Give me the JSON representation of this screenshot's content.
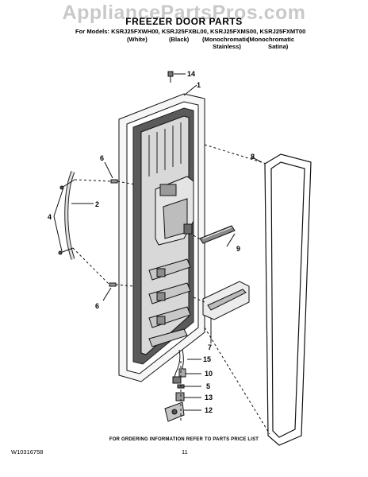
{
  "watermark": "AppliancePartsPros.com",
  "title": "FREEZER DOOR PARTS",
  "models_line": "For Models: KSRJ25FXWH00, KSRJ25FXBL00, KSRJ25FXMS00, KSRJ25FXMT00",
  "variants": {
    "white": "(White)",
    "black": "(Black)",
    "stainless_l1": "(Monochromatic",
    "stainless_l2": "Stainless)",
    "satina_l1": "(Monochromatic",
    "satina_l2": "Satina)"
  },
  "callouts": {
    "c14": "14",
    "c1": "1",
    "c6a": "6",
    "c2": "2",
    "c4": "4",
    "c6b": "6",
    "c8": "8",
    "c9": "9",
    "c7": "7",
    "c15": "15",
    "c10": "10",
    "c5": "5",
    "c13": "13",
    "c12": "12"
  },
  "footer_note": "FOR ORDERING INFORMATION REFER TO PARTS PRICE LIST",
  "doc_number": "W10316758",
  "page_number": "11"
}
